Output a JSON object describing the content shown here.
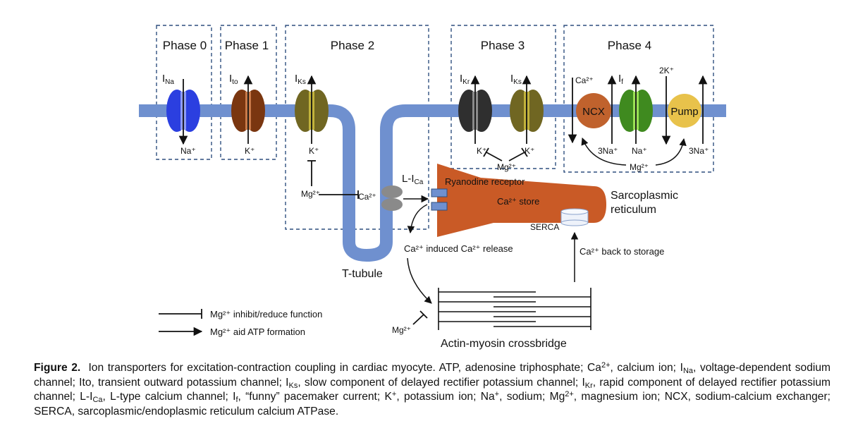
{
  "phases": {
    "phase0": "Phase 0",
    "phase1": "Phase 1",
    "phase2": "Phase 2",
    "phase3": "Phase 3",
    "phase4": "Phase 4"
  },
  "channels": {
    "ina": {
      "main": "I",
      "sub": "Na"
    },
    "ito": {
      "main": "I",
      "sub": "to"
    },
    "iks_phase2": {
      "main": "I",
      "sub": "Ks"
    },
    "ikr": {
      "main": "I",
      "sub": "Kr"
    },
    "iks_phase3": {
      "main": "I",
      "sub": "Ks"
    },
    "if": {
      "main": "I",
      "sub": "f"
    },
    "lica": {
      "main": "L-I",
      "sub": "Ca"
    }
  },
  "ions": {
    "na_plus": "Na⁺",
    "k_plus": "K⁺",
    "mg2_plus": "Mg²⁺",
    "ca2_plus": "Ca²⁺",
    "three_na_plus": "3Na⁺",
    "two_k_plus": "2K⁺"
  },
  "transporters": {
    "ncx": "NCX",
    "pump": "Pump"
  },
  "structures": {
    "ryanodine_receptor": "Ryanodine receptor",
    "ca_store": "Ca²⁺ store",
    "sarcoplasmic_line1": "Sarcoplasmic",
    "sarcoplasmic_line2": "reticulum",
    "serca": "SERCA",
    "t_tubule": "T-tubule",
    "cicr": "Ca²⁺ induced Ca²⁺ release",
    "back_to_storage": "Ca²⁺ back to storage",
    "actin_myosin": "Actin-myosin crossbridge"
  },
  "legend": {
    "inhibit": "Mg²⁺ inhibit/reduce function",
    "aid": "Mg²⁺ aid ATP formation"
  },
  "caption": {
    "label": "Figure 2.",
    "p1": "Ion transporters for excitation-contraction coupling in cardiac myocyte. ATP, adenosine triphosphate; Ca",
    "p1_sup": "2+",
    "p2": ", calcium ion; I",
    "p2_sub": "Na",
    "p3": ", voltage-dependent sodium channel; Ito, transient outward potassium channel; I",
    "p3_sub": "Ks",
    "p4": ", slow component of delayed rectifier potassium channel; I",
    "p4_sub": "Kr",
    "p5": ", rapid component of delayed rectifier potassium channel; L-I",
    "p5_sub": "Ca",
    "p6": ", L-type calcium channel; I",
    "p6_sub": "f",
    "p7": ", “funny” pacemaker current; K",
    "p7_sup": "+",
    "p8": ", potassium ion; Na",
    "p8_sup": "+",
    "p9": ", sodium; Mg",
    "p9_sup": "2+",
    "p10": ", magnesium ion; NCX, sodium-calcium exchanger; SERCA, sarcoplasmic/endoplasmic reticulum calcium ATPase."
  }
}
